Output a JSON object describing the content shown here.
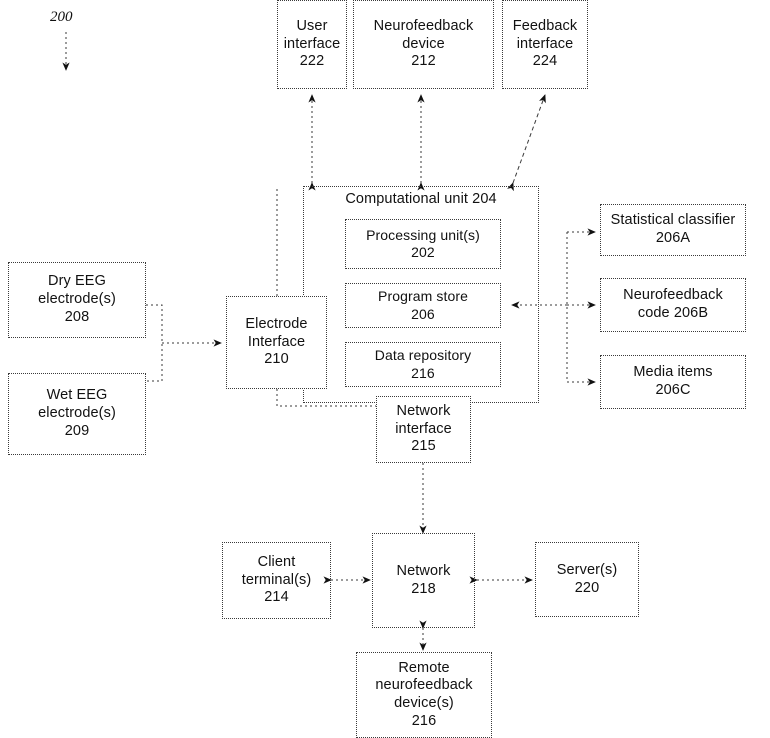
{
  "figure": {
    "ref_number": "200",
    "domain": "patent-block-diagram"
  },
  "nodes": {
    "user_interface": {
      "lines": [
        "User",
        "interface",
        "222"
      ],
      "ref": "222",
      "title": "User interface"
    },
    "neurofeedback_device": {
      "lines": [
        "Neurofeedback",
        "device",
        "212"
      ],
      "ref": "212",
      "title": "Neurofeedback device"
    },
    "feedback_interface": {
      "lines": [
        "Feedback",
        "interface",
        "224"
      ],
      "ref": "224",
      "title": "Feedback interface"
    },
    "computational_unit": {
      "lines": [
        "Computational unit 204"
      ],
      "ref": "204",
      "title": "Computational unit"
    },
    "processing_units": {
      "lines": [
        "Processing unit(s)",
        "202"
      ],
      "ref": "202",
      "title": "Processing unit(s)"
    },
    "program_store": {
      "lines": [
        "Program store",
        "206"
      ],
      "ref": "206",
      "title": "Program store"
    },
    "data_repository": {
      "lines": [
        "Data repository",
        "216"
      ],
      "ref": "216",
      "title": "Data repository"
    },
    "statistical_classifier": {
      "lines": [
        "Statistical classifier",
        "206A"
      ],
      "ref": "206A",
      "title": "Statistical classifier"
    },
    "neurofeedback_code": {
      "lines": [
        "Neurofeedback",
        "code 206B"
      ],
      "ref": "206B",
      "title": "Neurofeedback code"
    },
    "media_items": {
      "lines": [
        "Media items",
        "206C"
      ],
      "ref": "206C",
      "title": "Media items"
    },
    "dry_eeg": {
      "lines": [
        "Dry EEG",
        "electrode(s)",
        "208"
      ],
      "ref": "208",
      "title": "Dry EEG electrode(s)"
    },
    "wet_eeg": {
      "lines": [
        "Wet EEG",
        "electrode(s)",
        "209"
      ],
      "ref": "209",
      "title": "Wet EEG electrode(s)"
    },
    "electrode_interface": {
      "lines": [
        "Electrode",
        "Interface",
        "210"
      ],
      "ref": "210",
      "title": "Electrode Interface"
    },
    "network_interface": {
      "lines": [
        "Network",
        "interface",
        "215"
      ],
      "ref": "215",
      "title": "Network interface"
    },
    "client_terminals": {
      "lines": [
        "Client",
        "terminal(s)",
        "214"
      ],
      "ref": "214",
      "title": "Client terminal(s)"
    },
    "network": {
      "lines": [
        "Network",
        "218"
      ],
      "ref": "218",
      "title": "Network"
    },
    "servers": {
      "lines": [
        "Server(s)",
        "220"
      ],
      "ref": "220",
      "title": "Server(s)"
    },
    "remote_neurofeedback": {
      "lines": [
        "Remote",
        "neurofeedback",
        "device(s)",
        "216"
      ],
      "ref": "216",
      "title": "Remote neurofeedback device(s)"
    }
  },
  "connections": [
    {
      "name": "figure-ref-arrow",
      "from": "ref-200",
      "to": "diagram",
      "style": "dashed",
      "heads": "end"
    },
    {
      "name": "computational-to-user-interface",
      "from": "computational_unit",
      "to": "user_interface",
      "style": "dotted",
      "heads": "both"
    },
    {
      "name": "computational-to-neurofeedback-device",
      "from": "computational_unit",
      "to": "neurofeedback_device",
      "style": "dotted",
      "heads": "both"
    },
    {
      "name": "computational-to-feedback-interface",
      "from": "computational_unit",
      "to": "feedback_interface",
      "style": "dashed",
      "heads": "both"
    },
    {
      "name": "program-store-to-classifier",
      "from": "program_store",
      "to": "statistical_classifier",
      "style": "dotted",
      "heads": "end"
    },
    {
      "name": "program-store-to-code",
      "from": "program_store",
      "to": "neurofeedback_code",
      "style": "dotted",
      "heads": "both"
    },
    {
      "name": "program-store-to-media",
      "from": "program_store",
      "to": "media_items",
      "style": "dotted",
      "heads": "end"
    },
    {
      "name": "electrodes-to-electrode-interface",
      "from": "dry_eeg,wet_eeg",
      "to": "electrode_interface",
      "style": "dotted",
      "heads": "end"
    },
    {
      "name": "network-interface-to-network",
      "from": "network_interface",
      "to": "network",
      "style": "dotted",
      "heads": "both"
    },
    {
      "name": "client-terminals-to-network",
      "from": "client_terminals",
      "to": "network",
      "style": "dotted",
      "heads": "both"
    },
    {
      "name": "network-to-servers",
      "from": "network",
      "to": "servers",
      "style": "dotted",
      "heads": "both"
    },
    {
      "name": "network-to-remote-neurofeedback",
      "from": "network",
      "to": "remote_neurofeedback",
      "style": "dotted",
      "heads": "both"
    }
  ],
  "colors": {
    "background": "#ffffff",
    "stroke": "#3a3a3a",
    "text": "#111111"
  }
}
